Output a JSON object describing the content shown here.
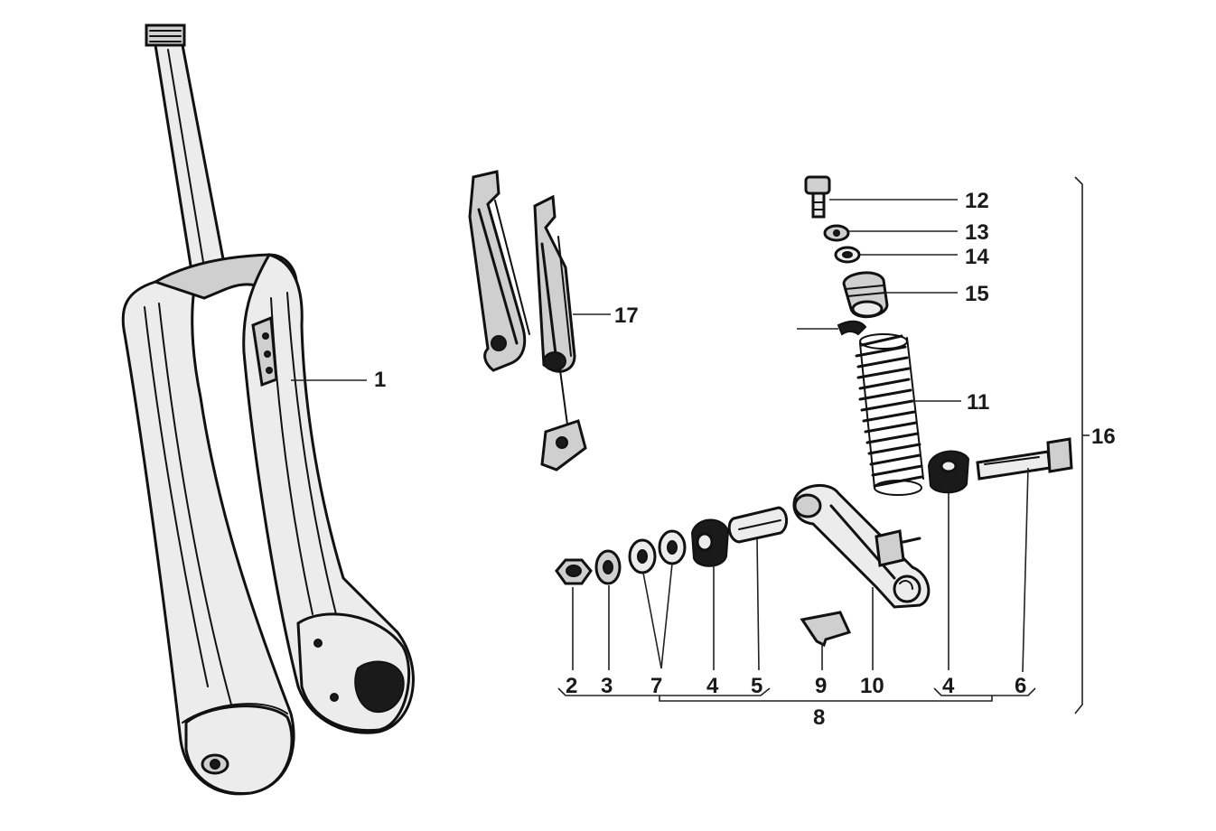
{
  "labels": {
    "p1": "1",
    "p2": "2",
    "p3": "3",
    "p4a": "4",
    "p4b": "4",
    "p5": "5",
    "p6": "6",
    "p7": "7",
    "p8": "8",
    "p9": "9",
    "p10": "10",
    "p11": "11",
    "p12": "12",
    "p13": "13",
    "p14": "14",
    "p15": "15",
    "p16": "16",
    "p17": "17"
  }
}
